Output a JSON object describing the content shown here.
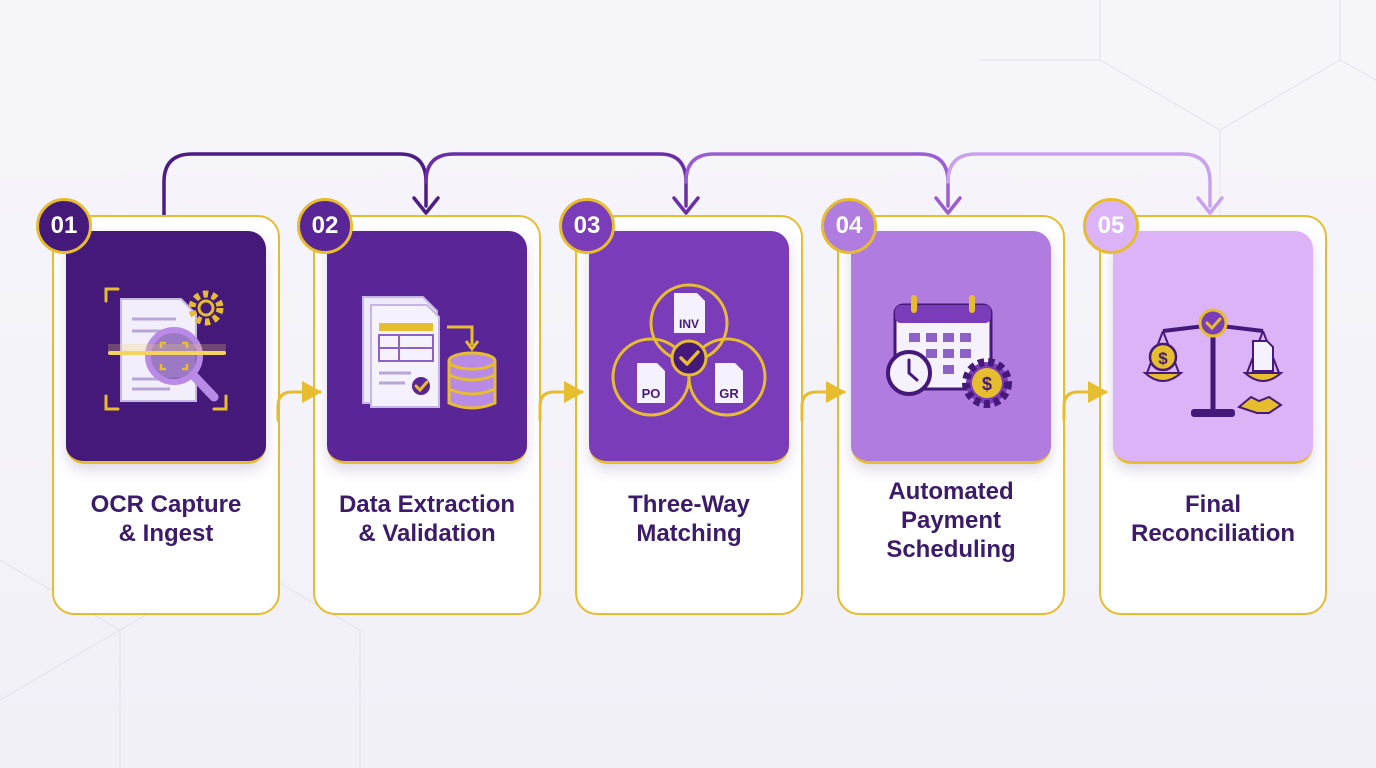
{
  "steps": [
    {
      "number": "01",
      "title_lines": [
        "OCR Capture",
        "& Ingest"
      ],
      "icon": "document-scan-icon"
    },
    {
      "number": "02",
      "title_lines": [
        "Data Extraction",
        "& Validation"
      ],
      "icon": "data-extraction-icon"
    },
    {
      "number": "03",
      "title_lines": [
        "Three-Way",
        "Matching"
      ],
      "icon": "venn-match-icon",
      "icon_labels": {
        "top": "INV",
        "left": "PO",
        "right": "GR"
      }
    },
    {
      "number": "04",
      "title_lines": [
        "Automated",
        "Payment",
        "Scheduling"
      ],
      "icon": "calendar-payment-icon"
    },
    {
      "number": "05",
      "title_lines": [
        "Final",
        "Reconciliation"
      ],
      "icon": "scale-reconcile-icon"
    }
  ],
  "colors": {
    "gold": "#e6bd2e",
    "tile_1": "#45197a",
    "tile_2": "#5a2596",
    "tile_3": "#7a3cb8",
    "tile_4": "#b07ce0",
    "tile_5": "#dcb3f7",
    "title_text": "#3c1c6a"
  }
}
